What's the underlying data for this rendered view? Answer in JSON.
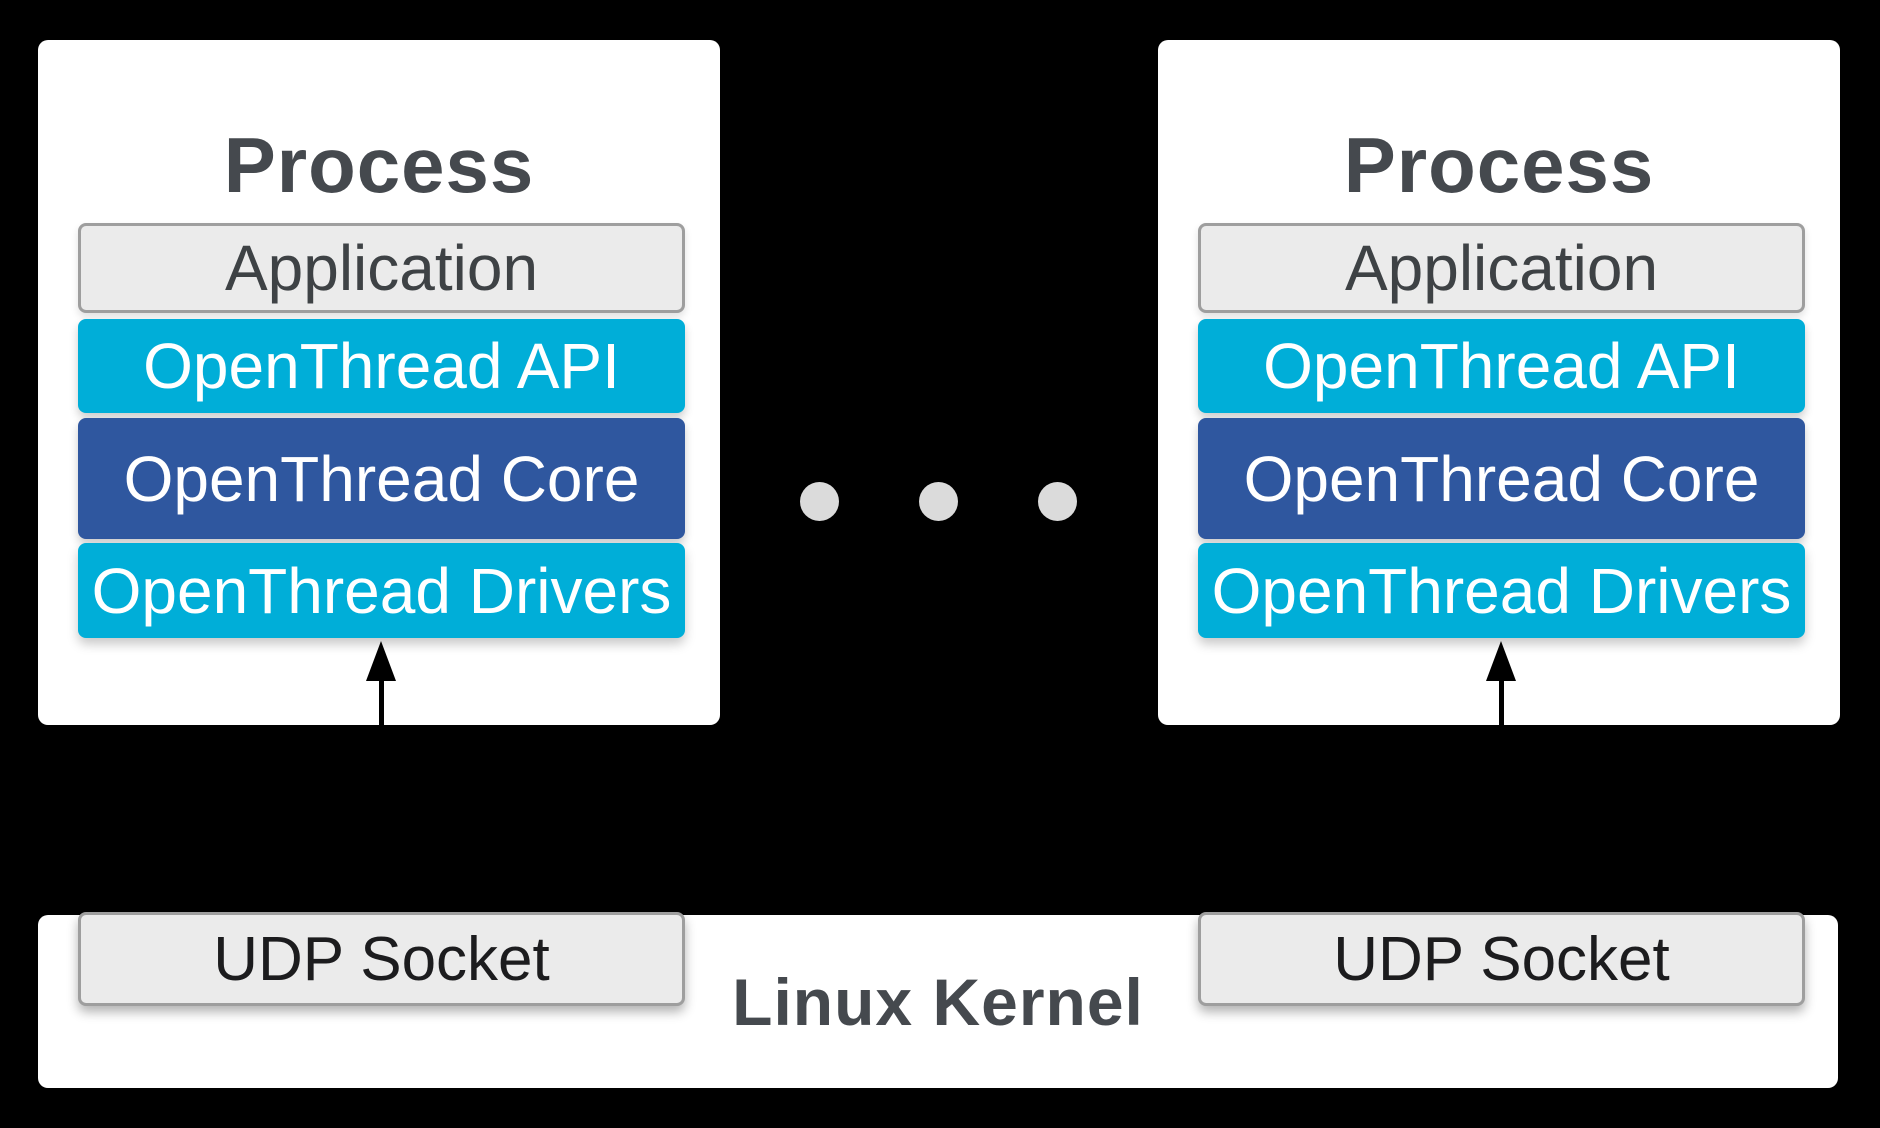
{
  "colors": {
    "background": "#000000",
    "box_white": "#ffffff",
    "cyan": "#00aed8",
    "dark_blue": "#2f579f",
    "gray_fill": "#ebebeb",
    "gray_border": "#9e9e9e",
    "title_text": "#45494e",
    "dark_gray_text": "#3e4245",
    "near_black_text": "#1c1c1e",
    "white_text": "#ffffff",
    "dot_gray": "#dbdbdb",
    "arrow_black": "#000000"
  },
  "processes": [
    {
      "title": "Process",
      "layers": [
        {
          "label": "Application"
        },
        {
          "label": "OpenThread API"
        },
        {
          "label": "OpenThread Core"
        },
        {
          "label": "OpenThread Drivers"
        }
      ]
    },
    {
      "title": "Process",
      "layers": [
        {
          "label": "Application"
        },
        {
          "label": "OpenThread API"
        },
        {
          "label": "OpenThread Core"
        },
        {
          "label": "OpenThread Drivers"
        }
      ]
    }
  ],
  "ellipsis": {
    "dot_count": "3"
  },
  "kernel": {
    "label": "Linux Kernel",
    "sockets": [
      "UDP Socket",
      "UDP Socket"
    ]
  }
}
